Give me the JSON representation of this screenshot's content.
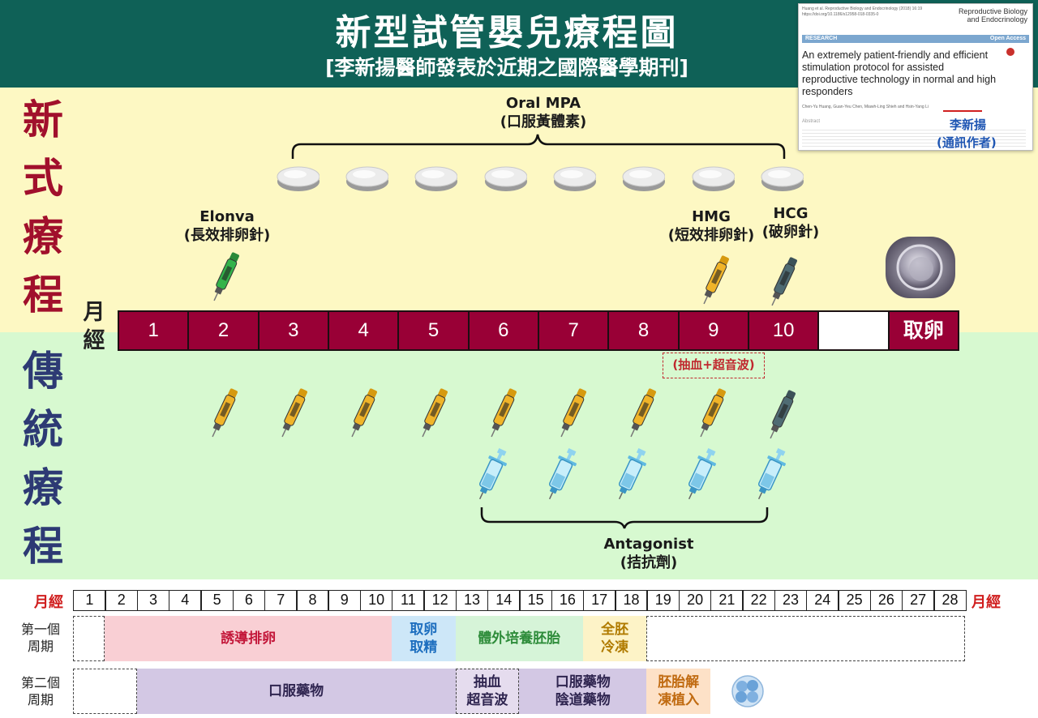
{
  "header": {
    "title": "新型試管嬰兒療程圖",
    "subtitle": "[李新揚醫師發表於近期之國際醫學期刊]"
  },
  "side_labels": {
    "new": [
      "新",
      "式",
      "療",
      "程"
    ],
    "traditional": [
      "傳",
      "統",
      "療",
      "程"
    ]
  },
  "paper": {
    "citation": "Huang et al. Reproductive Biology and Endocrinology (2018) 16:19",
    "doi": "https://doi.org/10.1186/s12958-018-0335-0",
    "journal_line1": "Reproductive Biology",
    "journal_line2": "and Endocrinology",
    "section": "RESEARCH",
    "open_access": "Open Access",
    "title": "An extremely patient-friendly and efficient stimulation protocol for assisted reproductive technology in normal and high responders",
    "authors": "Chen-Yu Huang, Guan-Yeu Chen, Miawh-Ling Shieh and Hsin-Yang Li",
    "abstract_label": "Abstract",
    "author_zh": "李新揚",
    "author_role": "(通訊作者)",
    "accent": "#7ca7cf",
    "name_color": "#1f56b3"
  },
  "timeline": {
    "menses_label": [
      "月",
      "經"
    ],
    "days": [
      "1",
      "2",
      "3",
      "4",
      "5",
      "6",
      "7",
      "8",
      "9",
      "10",
      "",
      "取卵"
    ],
    "bar_color": "#990036"
  },
  "new_protocol": {
    "oral_mpa": [
      "Oral MPA",
      "(口服黃體素)"
    ],
    "elonva": [
      "Elonva",
      "(長效排卵針)"
    ],
    "hmg": [
      "HMG",
      "(短效排卵針)"
    ],
    "hcg": [
      "HCG",
      "(破卵針)"
    ]
  },
  "traditional_protocol": {
    "blood_test": "(抽血+超音波)",
    "antagonist": [
      "Antagonist",
      "(拮抗劑)"
    ]
  },
  "cycle_table": {
    "menses": "月經",
    "days": [
      "1",
      "2",
      "3",
      "4",
      "5",
      "6",
      "7",
      "8",
      "9",
      "10",
      "11",
      "12",
      "13",
      "14",
      "15",
      "16",
      "17",
      "18",
      "19",
      "20",
      "21",
      "22",
      "23",
      "24",
      "25",
      "26",
      "27",
      "28"
    ],
    "cycle1": {
      "label": [
        "第一個",
        "周期"
      ],
      "segments": [
        {
          "text": "",
          "color": "#ffffff"
        },
        {
          "text": "誘導排卵",
          "color": "#f9cfd4",
          "text_color": "#c3173a"
        },
        {
          "text": "取卵\n取精",
          "color": "#cde7f8",
          "text_color": "#1e6fbf"
        },
        {
          "text": "體外培養胚胎",
          "color": "#d6f4d8",
          "text_color": "#2e8c3a"
        },
        {
          "text": "全胚\n冷凍",
          "color": "#fdf3c7",
          "text_color": "#b07b00"
        },
        {
          "text": "",
          "color": "#ffffff"
        }
      ]
    },
    "cycle2": {
      "label": [
        "第二個",
        "周期"
      ],
      "segments": [
        {
          "text": "",
          "color": "#ffffff"
        },
        {
          "text": "口服藥物",
          "color": "#d3c8e4",
          "text_color": "#2f2550"
        },
        {
          "text": "抽血\n超音波",
          "color": "#e5dcee",
          "text_color": "#2f2550"
        },
        {
          "text": "口服藥物\n陰道藥物",
          "color": "#d3c8e4",
          "text_color": "#2f2550"
        },
        {
          "text": "胚胎解\n凍植入",
          "color": "#fde1c7",
          "text_color": "#c06a10"
        }
      ]
    }
  }
}
